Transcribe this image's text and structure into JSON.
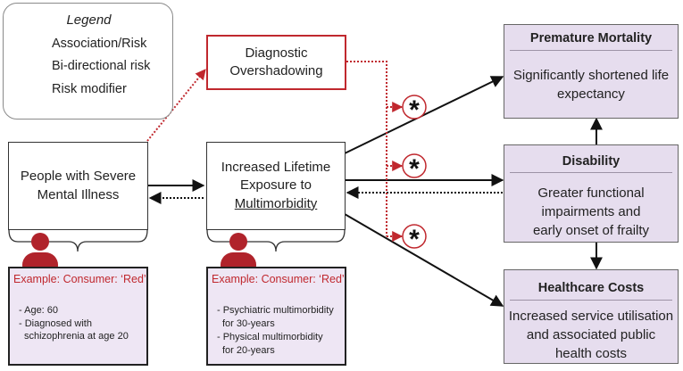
{
  "legend": {
    "title": "Legend",
    "items": [
      {
        "label": "Association/Risk"
      },
      {
        "label": "Bi-directional risk"
      },
      {
        "label": "Risk modifier"
      }
    ]
  },
  "nodes": {
    "people": "People with Severe Mental Illness",
    "overshadowing": "Diagnostic Overshadowing",
    "exposure_line1": "Increased Lifetime",
    "exposure_line2": "Exposure to",
    "exposure_line3": "Multimorbidity"
  },
  "outcomes": {
    "mortality": {
      "title": "Premature Mortality",
      "body": "Significantly shortened life expectancy"
    },
    "disability": {
      "title": "Disability",
      "body": "Greater functional impairments and early onset of frailty"
    },
    "costs": {
      "title": "Healthcare Costs",
      "body": "Increased service utilisation and associated public health costs"
    }
  },
  "consumers": [
    {
      "title": "Example: Consumer: ‘Red’",
      "lines": [
        "- Age: 60",
        "- Diagnosed with",
        "schizophrenia at age 20"
      ]
    },
    {
      "title": "Example: Consumer: ‘Red’",
      "lines": [
        "- Psychiatric multimorbidity",
        "for 30-years",
        "- Physical multimorbidity",
        "for 20-years"
      ]
    }
  ],
  "modifier_symbol": "*",
  "colors": {
    "red": "#c0282e",
    "outcome_fill": "#e6ddee",
    "card_fill": "#eee6f4",
    "arrow": "#111111"
  }
}
